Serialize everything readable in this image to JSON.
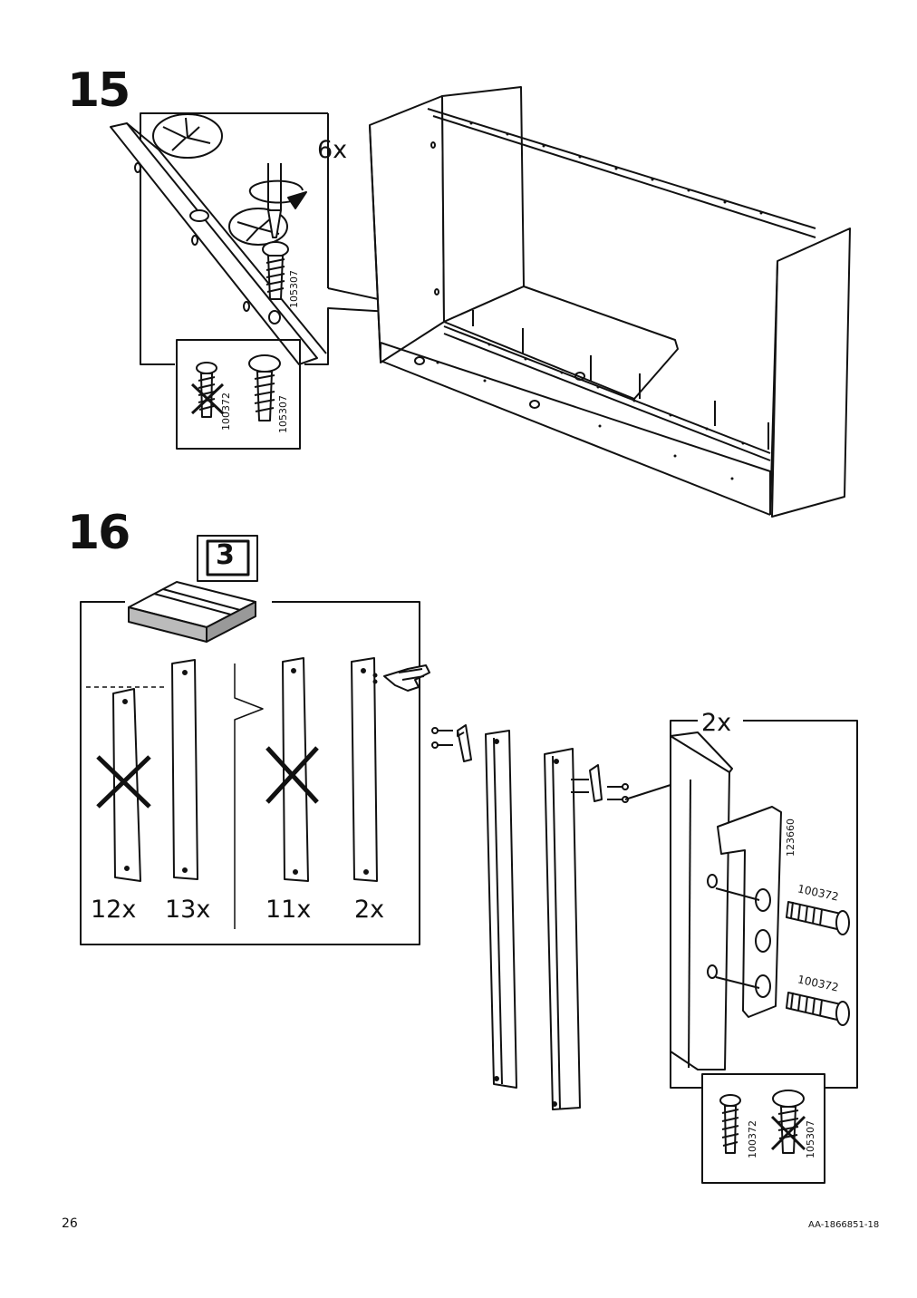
{
  "page": {
    "page_number": "26",
    "document_code": "AA-1866851-18"
  },
  "step15": {
    "number": "15",
    "quantity": "6x",
    "detail_screw_code": "105307",
    "compare_wrong_code": "100372",
    "compare_right_code": "105307"
  },
  "step16": {
    "number": "16",
    "package_number": "3",
    "parts": [
      {
        "quantity": "12x",
        "allowed": false
      },
      {
        "quantity": "13x",
        "allowed": true
      },
      {
        "quantity": "11x",
        "allowed": false
      },
      {
        "quantity": "2x",
        "allowed": true
      }
    ],
    "detail_quantity": "2x",
    "bracket_code": "123660",
    "screw_code_upper": "100372",
    "screw_code_lower": "100372",
    "compare_right_code": "100372",
    "compare_wrong_code": "105307"
  }
}
